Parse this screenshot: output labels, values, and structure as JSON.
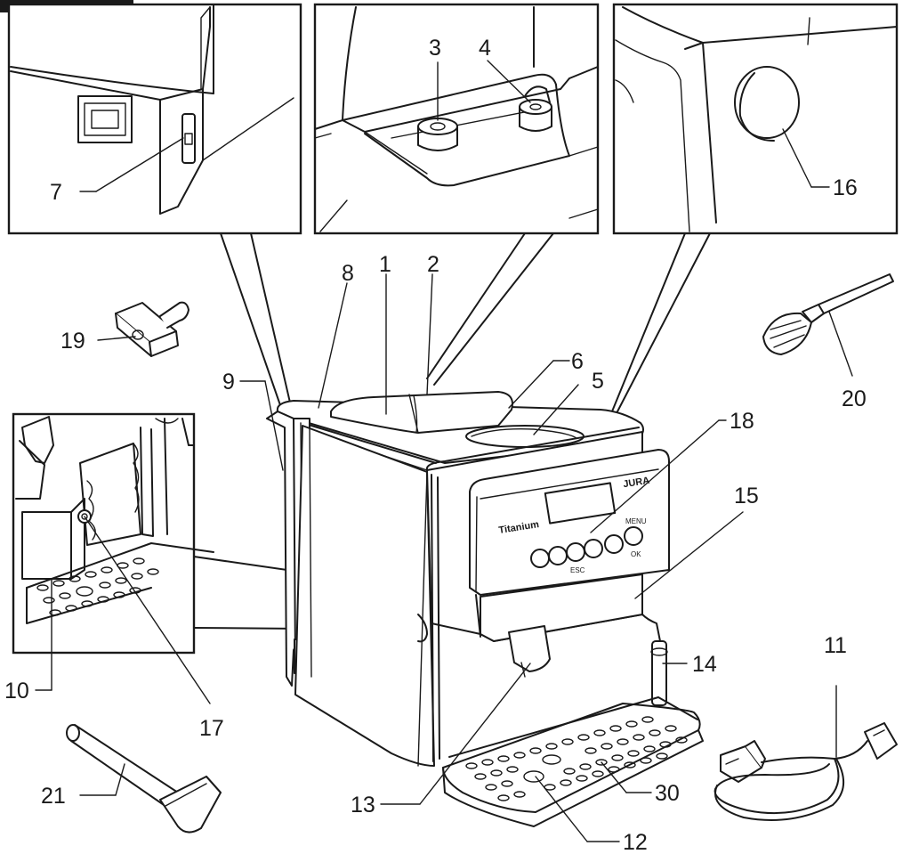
{
  "header_tab": {
    "text": ""
  },
  "brand": {
    "model": "Titanium",
    "maker": "JURA"
  },
  "control_panel": {
    "button_marks": [
      "ESC",
      "MENU",
      "OK"
    ]
  },
  "callouts": {
    "c1": "1",
    "c2": "2",
    "c3": "3",
    "c4": "4",
    "c5": "5",
    "c6": "6",
    "c7": "7",
    "c8": "8",
    "c9": "9",
    "c10": "10",
    "c11": "11",
    "c12": "12",
    "c13": "13",
    "c14": "14",
    "c15": "15",
    "c16": "16",
    "c17": "17",
    "c18": "18",
    "c19": "19",
    "c20": "20",
    "c21": "21",
    "c30": "30"
  }
}
